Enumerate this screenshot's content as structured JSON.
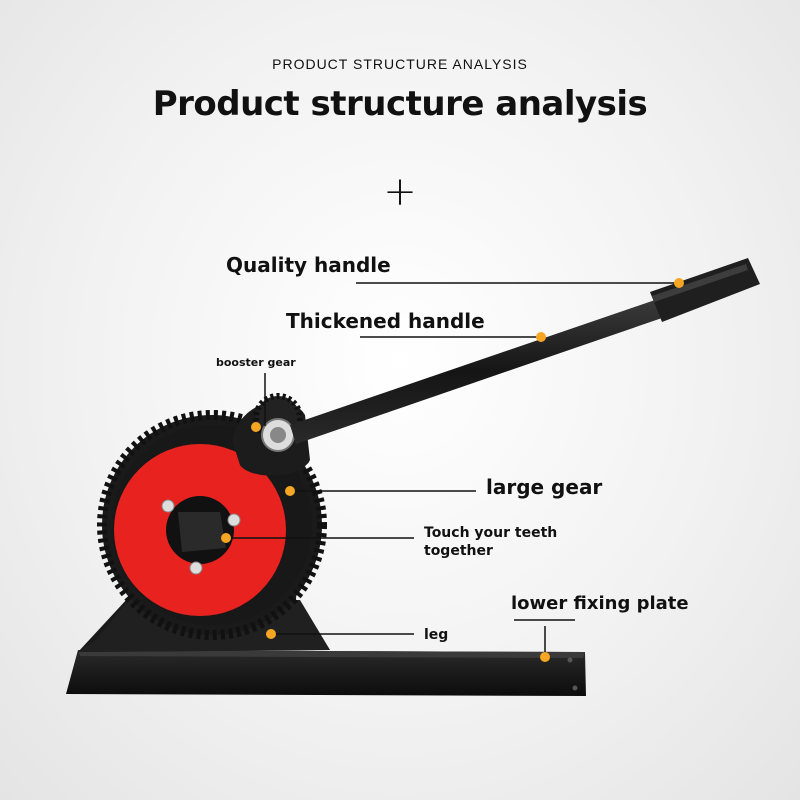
{
  "header": {
    "eyebrow": "PRODUCT STRUCTURE ANALYSIS",
    "title": "Product structure analysis",
    "plus": "+"
  },
  "callouts": {
    "quality_handle": "Quality handle",
    "thickened_handle": "Thickened handle",
    "booster_gear": "booster gear",
    "large_gear": "large gear",
    "touch_teeth": "Touch your teeth together",
    "lower_fixing_plate": "lower fixing plate",
    "leg": "leg"
  },
  "colors": {
    "marker": "#f5a623",
    "wheel_face": "#e8231f",
    "metal": "#1c1c1c"
  }
}
